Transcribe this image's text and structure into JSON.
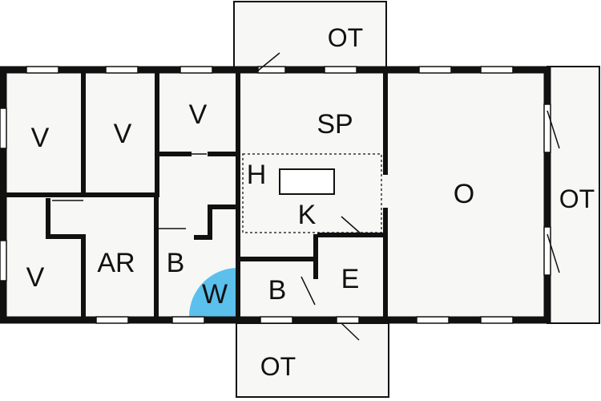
{
  "floor_plan": {
    "rooms": [
      {
        "id": "bedroom-1",
        "label": "V"
      },
      {
        "id": "bedroom-2",
        "label": "V"
      },
      {
        "id": "bedroom-3",
        "label": "V"
      },
      {
        "id": "bedroom-4",
        "label": "V"
      },
      {
        "id": "utility-room",
        "label": "AR"
      },
      {
        "id": "bathroom-1",
        "label": "B"
      },
      {
        "id": "wellness",
        "label": "W"
      },
      {
        "id": "hall",
        "label": "H"
      },
      {
        "id": "dining-room",
        "label": "SP"
      },
      {
        "id": "kitchen",
        "label": "K"
      },
      {
        "id": "bathroom-2",
        "label": "B"
      },
      {
        "id": "entrance",
        "label": "E"
      },
      {
        "id": "living-room",
        "label": "O"
      },
      {
        "id": "terrace-top",
        "label": "OT"
      },
      {
        "id": "terrace-right",
        "label": "OT"
      },
      {
        "id": "terrace-bottom",
        "label": "OT"
      }
    ],
    "colors": {
      "wall": "#111111",
      "floor": "#f7f7f5",
      "wellness_area": "#5bc0eb",
      "window": "#ffffff"
    }
  }
}
